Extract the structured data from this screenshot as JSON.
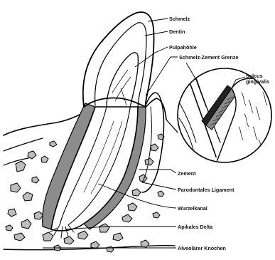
{
  "labels": {
    "schmelz": "Schmelz",
    "dentin": "Dentin",
    "pulpahoehle": "Pulpahöhle",
    "schmelz_zement_grenze": "Schmelz-Zement Grenze",
    "sulcus_line1": "Sulcus",
    "sulcus_line2": "gingivalis",
    "zement": "Zement",
    "parodontales_ligament": "Parodontales Ligament",
    "wurzelkanal": "Wurzelkanal",
    "apikales_delta": "Apikales Delta",
    "alveolaerer_knochen": "Alveolärer Knochen"
  },
  "colors": {
    "ink": "#000000",
    "background": "#ffffff",
    "ligament_fill": "#8c8c8c",
    "bone_fill": "#bdbdbd"
  }
}
